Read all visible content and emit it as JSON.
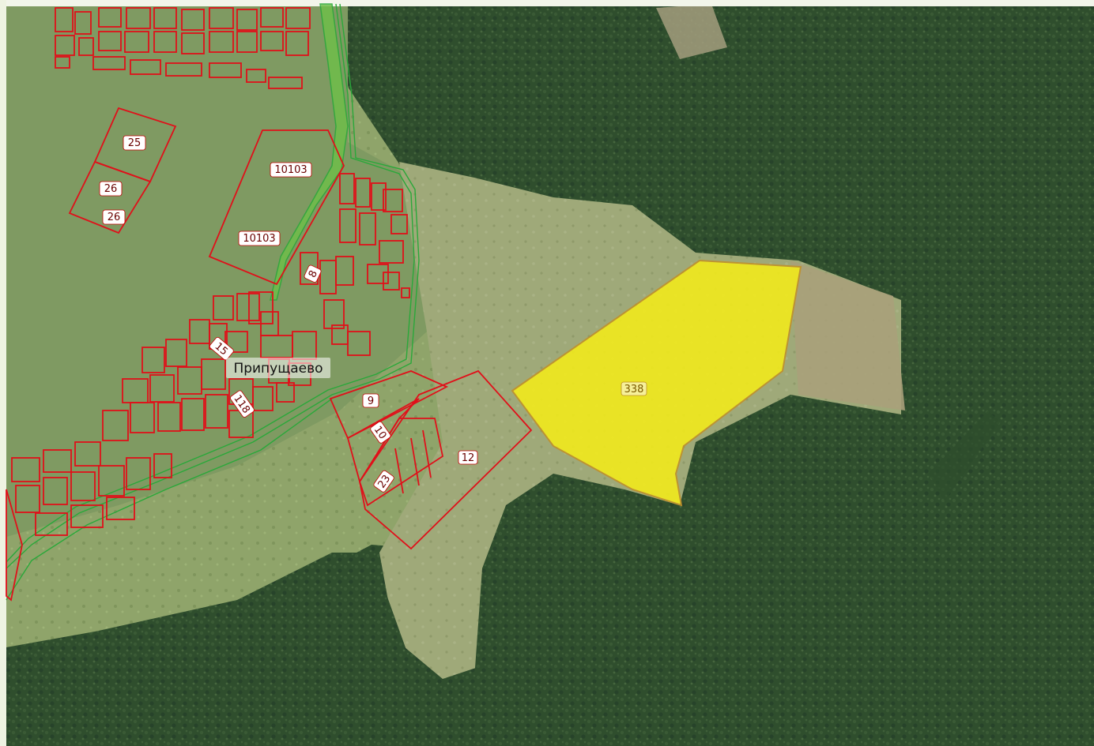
{
  "map": {
    "village_name": "Припущаево",
    "highlighted_parcel": {
      "number": "338",
      "fill_color": "#f4ec1a",
      "stroke_color": "#c0902a"
    },
    "parcel_labels": {
      "p25": "25",
      "p26a": "26",
      "p26b": "26",
      "p10103a": "10103",
      "p10103b": "10103",
      "p8": "8",
      "p15": "15",
      "p118": "118",
      "p9": "9",
      "p10": "10",
      "p23": "23",
      "p12": "12"
    },
    "colors": {
      "parcel_boundary": "#e0101a",
      "road_boundary": "#2aa83a",
      "field": "#9da777",
      "forest": "#2e4d2c"
    }
  }
}
